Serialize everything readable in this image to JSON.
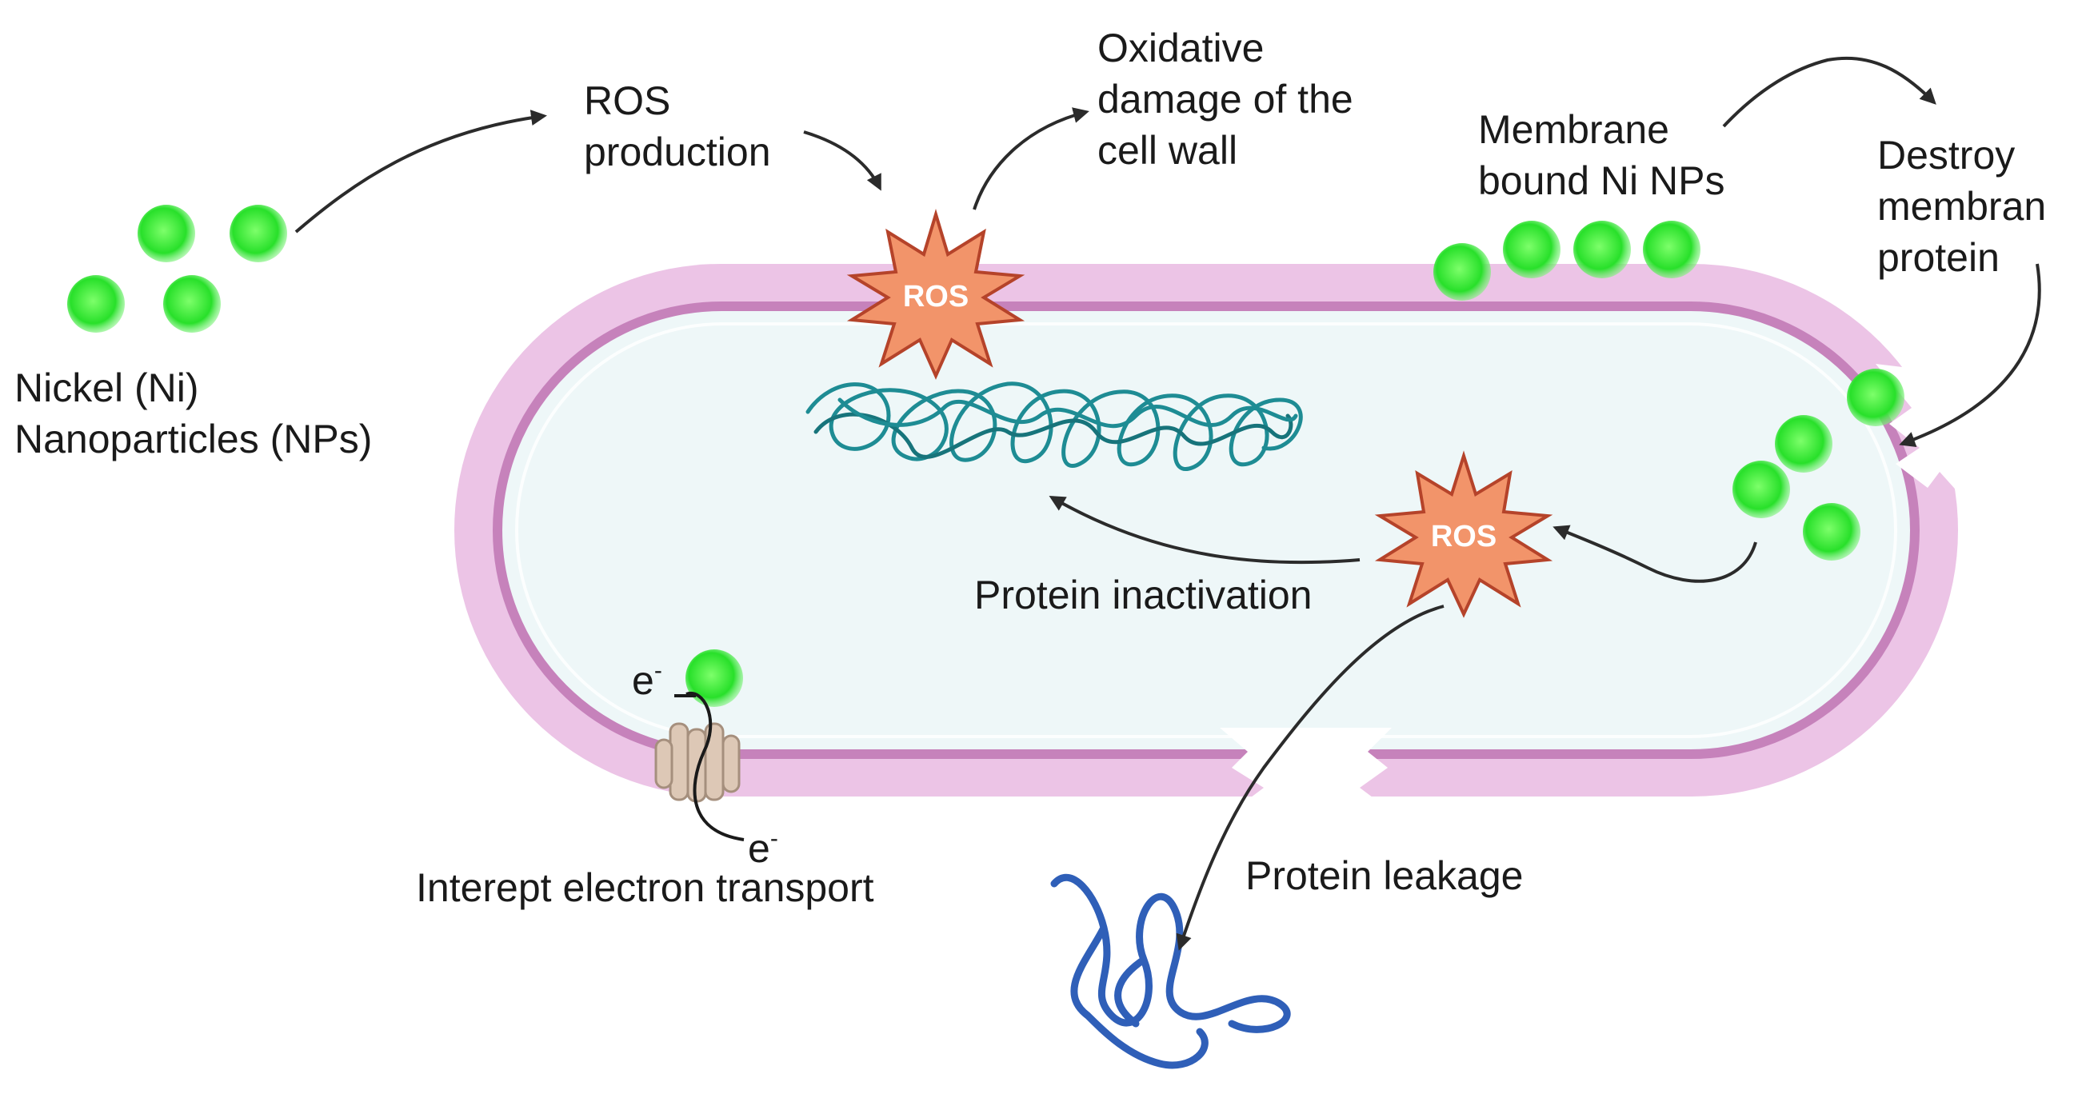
{
  "labels": {
    "nickel_np": [
      "Nickel (Ni)",
      "Nanoparticles (NPs)"
    ],
    "ros_production": [
      "ROS",
      "production"
    ],
    "oxidative_damage": [
      "Oxidative",
      "damage of the",
      "cell wall"
    ],
    "membrane_bound": [
      "Membrane",
      "bound Ni NPs"
    ],
    "destroy_membrane": [
      "Destroy",
      "membran",
      "protein"
    ],
    "protein_inactivation": "Protein inactivation",
    "protein_leakage": "Protein leakage",
    "interrupt_electron": "Interept electron transport"
  },
  "ros_badges": [
    "ROS",
    "ROS"
  ],
  "electron": {
    "symbol": "e",
    "charge": "-"
  },
  "colors": {
    "nanoparticle": "#3fe83f",
    "cell_wall": "#ecc4e6",
    "membrane_line": "#c682bb",
    "cytoplasm": "#eef7f8",
    "ros_fill": "#f2946a",
    "ros_stroke": "#b5432a",
    "dna": "#1e8c94",
    "leaked_protein": "#2f5fb8",
    "arrow": "#2b2b2b",
    "transporter": "#ddc8b6"
  },
  "icons": [
    "nanoparticle-icon",
    "ros-burst-icon",
    "dna-icon",
    "protein-strand-icon",
    "transport-protein-icon",
    "arrow-icon"
  ]
}
